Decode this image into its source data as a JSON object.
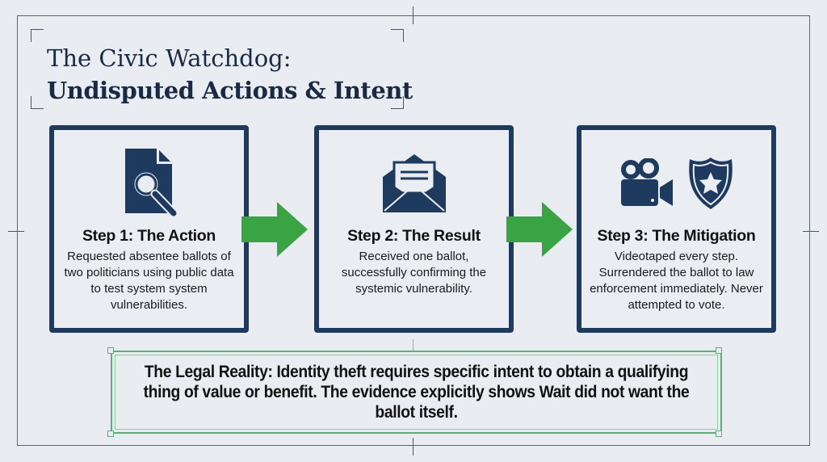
{
  "header": {
    "title_line1": "The Civic Watchdog:",
    "title_line2": "Undisputed Actions & Intent"
  },
  "steps": [
    {
      "title": "Step 1: The Action",
      "body": "Requested absentee ballots of two politicians using public data to test system system vulnerabilities.",
      "icons": [
        "document-search-icon"
      ]
    },
    {
      "title": "Step 2: The Result",
      "body": "Received one ballot, successfully confirming the systemic vulnerability.",
      "icons": [
        "open-envelope-icon"
      ]
    },
    {
      "title": "Step 3: The Mitigation",
      "body": "Videotaped every step. Surrendered the ballot to law enforcement immediately. Never attempted to vote.",
      "icons": [
        "video-camera-icon",
        "police-badge-icon"
      ]
    }
  ],
  "legal": {
    "text": "The Legal Reality: Identity theft requires specific intent to obtain a qualifying thing of value or benefit. The evidence explicitly shows Wait did not want the ballot itself."
  },
  "colors": {
    "navy": "#1e3a5f",
    "arrow_green": "#3aa445",
    "legal_border": "#5fae78",
    "background": "#e9edf1"
  }
}
